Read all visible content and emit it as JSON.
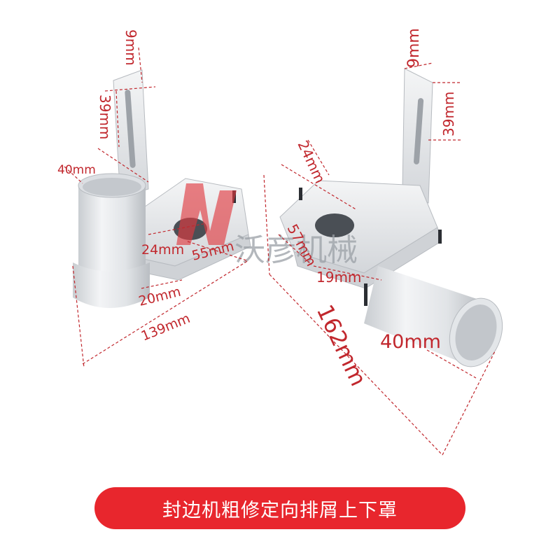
{
  "product": {
    "caption": "封边机粗修定向排屑上下罩"
  },
  "watermark": {
    "text": "沃彦机械"
  },
  "left_part": {
    "dimensions": {
      "slot_top": "9mm",
      "slot_length": "39mm",
      "tube_diameter": "40mm",
      "hole_diameter": "24mm",
      "base_width": "55mm",
      "base_height": "20mm",
      "overall_length": "139mm"
    }
  },
  "right_part": {
    "dimensions": {
      "slot_top": "9mm",
      "slot_length": "39mm",
      "hole_diameter": "24mm",
      "depth": "57mm",
      "height": "19mm",
      "tube_diameter": "40mm",
      "overall_length": "162mm"
    }
  },
  "colors": {
    "dimension_red": "#c1272d",
    "caption_bg": "#e8262d",
    "part_white": "#eef0f2"
  }
}
